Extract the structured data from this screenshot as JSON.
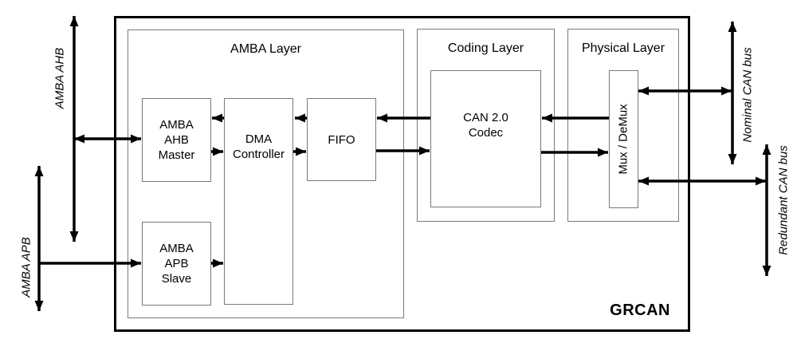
{
  "diagram": {
    "title": {
      "label": "GRCAN"
    },
    "colors": {
      "line": "#000000",
      "box_border": "#7a7a7a",
      "background": "#ffffff",
      "text": "#000000"
    },
    "layers": {
      "amba": {
        "label": "AMBA Layer"
      },
      "coding": {
        "label": "Coding Layer"
      },
      "physical": {
        "label": "Physical Layer"
      }
    },
    "blocks": {
      "ahb_master": {
        "label": "AMBA\nAHB\nMaster"
      },
      "dma": {
        "label": "DMA\nController"
      },
      "fifo": {
        "label": "FIFO"
      },
      "apb_slave": {
        "label": "AMBA\nAPB\nSlave"
      },
      "codec": {
        "label": "CAN 2.0\nCodec"
      },
      "mux": {
        "label": "Mux / DeMux"
      }
    },
    "buses": {
      "ahb": {
        "label": "AMBA AHB"
      },
      "apb": {
        "label": "AMBA APB"
      },
      "nominal": {
        "label": "Nominal CAN bus"
      },
      "redundant": {
        "label": "Redundant CAN bus"
      }
    }
  }
}
